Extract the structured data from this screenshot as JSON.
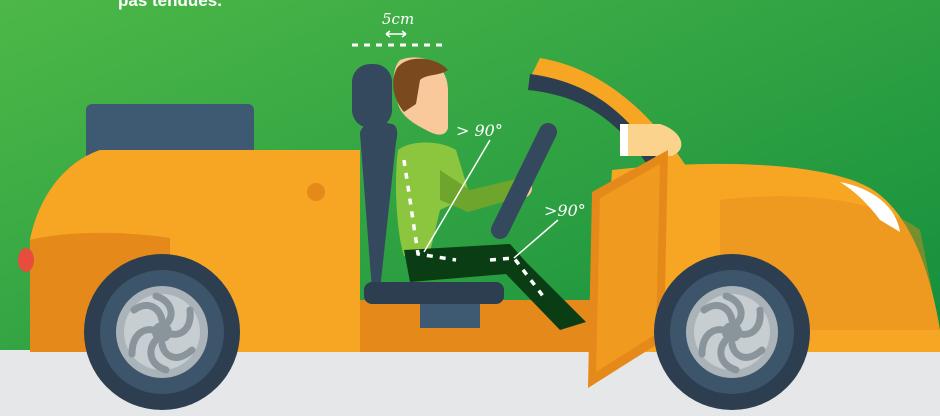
{
  "caption": "pas tendues.",
  "headrest_gap_label": "5cm",
  "hip_angle_label": "> 90°",
  "knee_angle_label": ">90°",
  "colors": {
    "background_light": "#4db848",
    "background_dark": "#0f8a3c",
    "road": "#e6e7e8",
    "car_body": "#f6a623",
    "car_shadow": "#e58a1a",
    "tire": "#2c3e50",
    "hubcap": "#b9c1c6",
    "seat": "#34495e",
    "shirt": "#8cc63f",
    "pants": "#0b3d14",
    "skin": "#f9c89b",
    "hair": "#7a4a1e"
  }
}
